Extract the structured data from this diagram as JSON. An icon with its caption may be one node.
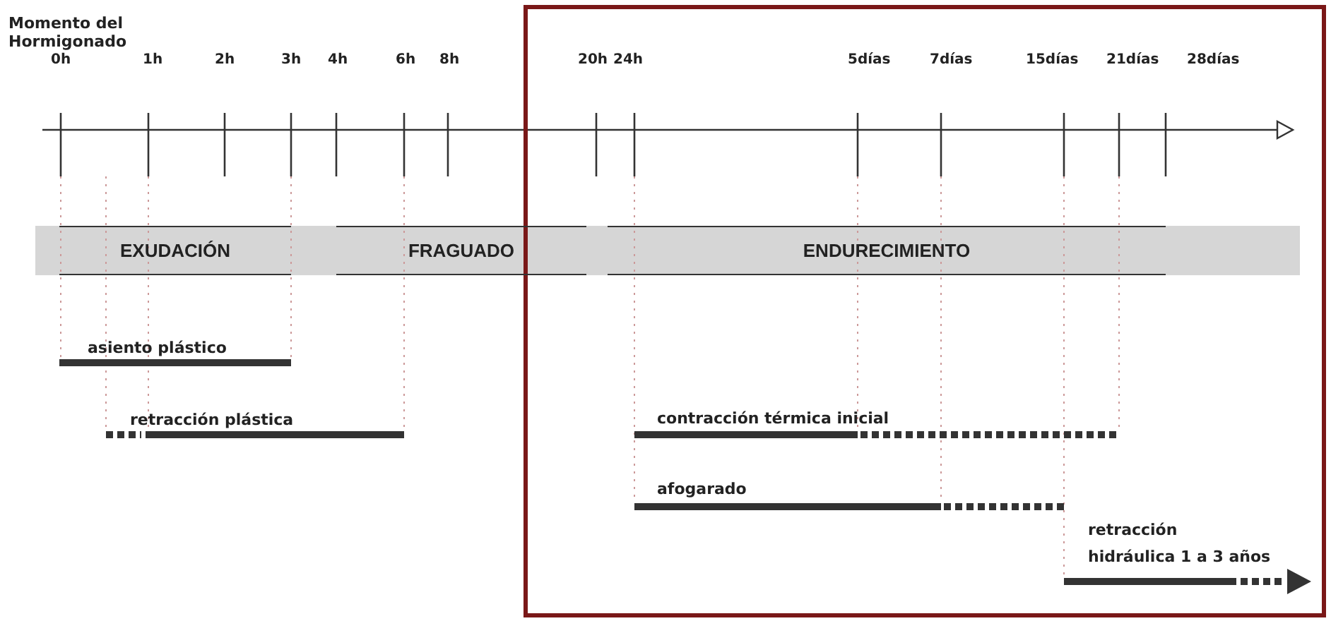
{
  "diagram": {
    "nodes": [
      {
        "text": [
          "EXUDACIÓN"
        ]
      },
      {
        "text": [
          "FRAGUADO"
        ]
      },
      {
        "text": [
          "ENDURECIMIENTO"
        ]
      }
    ],
    "labels": [
      "Momento del Hormigonado",
      "0h",
      "1h",
      "2h",
      "3h",
      "4h",
      "6h",
      "8h",
      "20h",
      "24h",
      "5días",
      "7días",
      "15días",
      "21días",
      "28días",
      "asiento plástico",
      "retracción plástica",
      "contracción térmica inicial",
      "afogarado",
      "retracción hidráulica 1 a 3 años"
    ]
  }
}
